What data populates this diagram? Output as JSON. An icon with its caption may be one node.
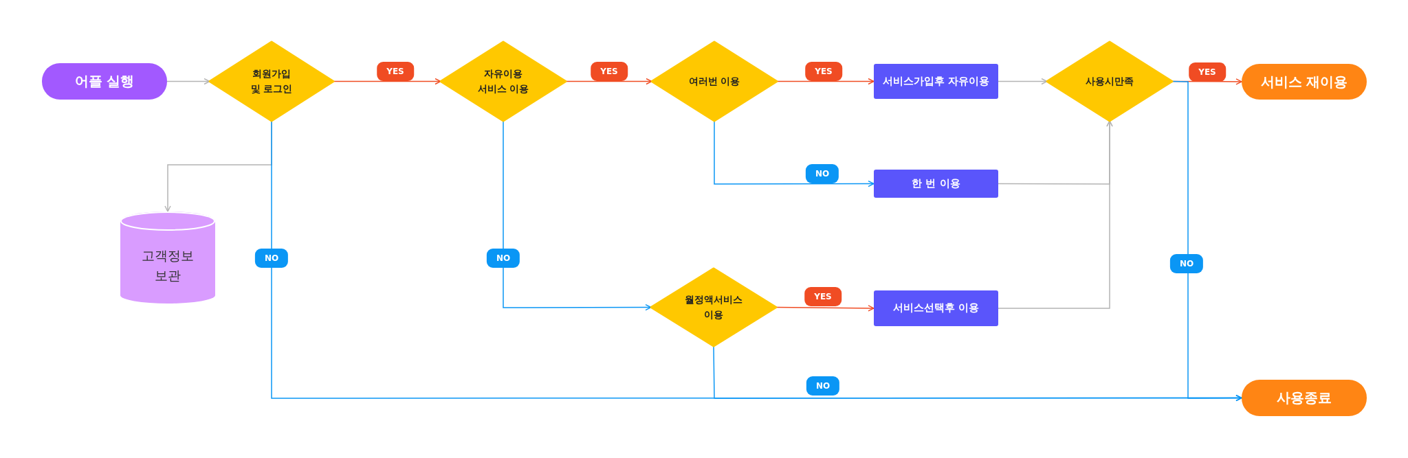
{
  "diagram": {
    "nodes": [
      {
        "text": [
          "어플 실행"
        ]
      },
      {
        "text": [
          "회원가입 및 로그인"
        ]
      },
      {
        "text": [
          "자유이용 서비스 이용"
        ]
      },
      {
        "text": [
          "여러번 이용"
        ]
      },
      {
        "text": [
          "서비스가입후 자유이용"
        ]
      },
      {
        "text": [
          "사용시만족"
        ]
      },
      {
        "text": [
          "서비스 재이용"
        ]
      },
      {
        "text": [
          "한 번 이용"
        ]
      },
      {
        "text": [
          "고객정보 보관"
        ]
      },
      {
        "text": [
          "월정액서비스 이용"
        ]
      },
      {
        "text": [
          "서비스선택후 이용"
        ]
      },
      {
        "text": [
          "사용종료"
        ]
      }
    ],
    "edges": [
      {
        "from": 0,
        "to": 1,
        "arrow": "to",
        "color": "#b4b4b4"
      },
      {
        "from": 1,
        "to": 2,
        "arrow": "to",
        "label": "YES",
        "color": "#f04c23"
      },
      {
        "from": 1,
        "to": 8,
        "arrow": "to",
        "color": "#b4b4b4"
      },
      {
        "from": 1,
        "to": 11,
        "arrow": "to",
        "label": "NO",
        "color": "#0a96f5"
      },
      {
        "from": 2,
        "to": 3,
        "arrow": "to",
        "label": "YES",
        "color": "#f04c23"
      },
      {
        "from": 2,
        "to": 9,
        "arrow": "to",
        "label": "NO",
        "color": "#0a96f5"
      },
      {
        "from": 3,
        "to": 4,
        "arrow": "to",
        "label": "YES",
        "color": "#f04c23"
      },
      {
        "from": 3,
        "to": 7,
        "arrow": "to",
        "label": "NO",
        "color": "#0a96f5"
      },
      {
        "from": 4,
        "to": 5,
        "arrow": "to",
        "color": "#b4b4b4"
      },
      {
        "from": 5,
        "to": 6,
        "arrow": "to",
        "label": "YES",
        "color": "#f04c23"
      },
      {
        "from": 5,
        "to": 11,
        "arrow": "to",
        "label": "NO",
        "color": "#0a96f5"
      },
      {
        "from": 7,
        "to": 5,
        "arrow": "to",
        "color": "#b4b4b4"
      },
      {
        "from": 9,
        "to": 10,
        "arrow": "to",
        "label": "YES",
        "color": "#f04c23"
      },
      {
        "from": 9,
        "to": 11,
        "arrow": "to",
        "label": "NO",
        "color": "#0a96f5"
      },
      {
        "from": 10,
        "to": 5,
        "arrow": "to",
        "color": "#b4b4b4"
      }
    ]
  }
}
